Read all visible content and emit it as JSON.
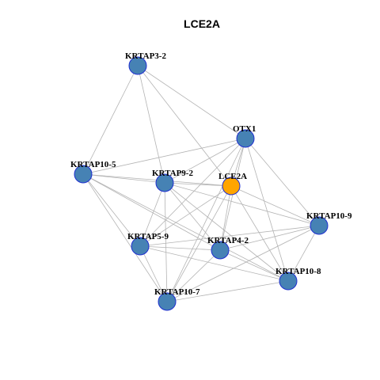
{
  "title": "LCE2A",
  "colors": {
    "default_node": "#4682b4",
    "query_node": "#ffa500",
    "node_border": "#1f2fd0",
    "edge": "#b4b4b4"
  },
  "nodes": [
    {
      "id": "KRTAP3-2",
      "label": "KRTAP3-2",
      "query": false
    },
    {
      "id": "OTX1",
      "label": "OTX1",
      "query": false
    },
    {
      "id": "KRTAP10-5",
      "label": "KRTAP10-5",
      "query": false
    },
    {
      "id": "KRTAP9-2",
      "label": "KRTAP9-2",
      "query": false
    },
    {
      "id": "LCE2A",
      "label": "LCE2A",
      "query": true
    },
    {
      "id": "KRTAP10-9",
      "label": "KRTAP10-9",
      "query": false
    },
    {
      "id": "KRTAP5-9",
      "label": "KRTAP5-9",
      "query": false
    },
    {
      "id": "KRTAP4-2",
      "label": "KRTAP4-2",
      "query": false
    },
    {
      "id": "KRTAP10-8",
      "label": "KRTAP10-8",
      "query": false
    },
    {
      "id": "KRTAP10-7",
      "label": "KRTAP10-7",
      "query": false
    }
  ],
  "edges": [
    [
      "KRTAP3-2",
      "KRTAP10-5"
    ],
    [
      "KRTAP3-2",
      "KRTAP9-2"
    ],
    [
      "KRTAP3-2",
      "OTX1"
    ],
    [
      "KRTAP3-2",
      "LCE2A"
    ],
    [
      "OTX1",
      "KRTAP10-5"
    ],
    [
      "OTX1",
      "KRTAP9-2"
    ],
    [
      "OTX1",
      "LCE2A"
    ],
    [
      "OTX1",
      "KRTAP10-9"
    ],
    [
      "OTX1",
      "KRTAP10-8"
    ],
    [
      "OTX1",
      "KRTAP4-2"
    ],
    [
      "OTX1",
      "KRTAP5-9"
    ],
    [
      "OTX1",
      "KRTAP10-7"
    ],
    [
      "KRTAP10-5",
      "KRTAP9-2"
    ],
    [
      "KRTAP10-5",
      "LCE2A"
    ],
    [
      "KRTAP10-5",
      "KRTAP5-9"
    ],
    [
      "KRTAP10-5",
      "KRTAP4-2"
    ],
    [
      "KRTAP10-5",
      "KRTAP10-7"
    ],
    [
      "KRTAP10-5",
      "KRTAP10-8"
    ],
    [
      "KRTAP9-2",
      "LCE2A"
    ],
    [
      "KRTAP9-2",
      "KRTAP10-9"
    ],
    [
      "KRTAP9-2",
      "KRTAP5-9"
    ],
    [
      "KRTAP9-2",
      "KRTAP4-2"
    ],
    [
      "KRTAP9-2",
      "KRTAP10-7"
    ],
    [
      "KRTAP9-2",
      "KRTAP10-8"
    ],
    [
      "LCE2A",
      "KRTAP10-9"
    ],
    [
      "LCE2A",
      "KRTAP5-9"
    ],
    [
      "LCE2A",
      "KRTAP4-2"
    ],
    [
      "LCE2A",
      "KRTAP10-7"
    ],
    [
      "LCE2A",
      "KRTAP10-8"
    ],
    [
      "KRTAP10-9",
      "KRTAP5-9"
    ],
    [
      "KRTAP10-9",
      "KRTAP4-2"
    ],
    [
      "KRTAP10-9",
      "KRTAP10-7"
    ],
    [
      "KRTAP10-9",
      "KRTAP10-8"
    ],
    [
      "KRTAP5-9",
      "KRTAP4-2"
    ],
    [
      "KRTAP5-9",
      "KRTAP10-7"
    ],
    [
      "KRTAP5-9",
      "KRTAP10-8"
    ],
    [
      "KRTAP4-2",
      "KRTAP10-7"
    ],
    [
      "KRTAP4-2",
      "KRTAP10-8"
    ],
    [
      "KRTAP10-7",
      "KRTAP10-8"
    ]
  ]
}
